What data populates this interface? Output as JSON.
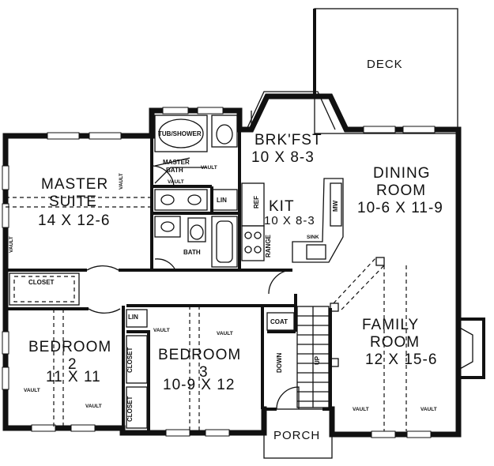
{
  "rooms": {
    "deck": "DECK",
    "brkfst": {
      "name": "BRK'FST",
      "dim": "10 X 8-3"
    },
    "dining": {
      "name1": "DINING",
      "name2": "ROOM",
      "dim": "10-6 X 11-9"
    },
    "kit": {
      "name": "KIT",
      "dim": "10 X 8-3"
    },
    "master_suite": {
      "name1": "MASTER",
      "name2": "SUITE",
      "dim": "14 X 12-6"
    },
    "master_bath": {
      "name1": "MASTER",
      "name2": "BATH"
    },
    "tub_shower": "TUB/SHOWER",
    "bath": "BATH",
    "lin": "LIN",
    "closet": "CLOSET",
    "family": {
      "name1": "FAMILY",
      "name2": "ROOM",
      "dim": "12 X 15-6"
    },
    "bedroom2": {
      "name": "BEDROOM",
      "num": "2",
      "dim": "11 X 11"
    },
    "bedroom3": {
      "name": "BEDROOM",
      "num": "3",
      "dim": "10-9 X 12"
    },
    "coat": "COAT",
    "porch": "PORCH",
    "down": "DOWN",
    "up": "UP",
    "ref": "REF",
    "mw": "MW",
    "range": "RANGE",
    "sink": "SINK"
  },
  "annotations": {
    "vault": "VAULT"
  }
}
